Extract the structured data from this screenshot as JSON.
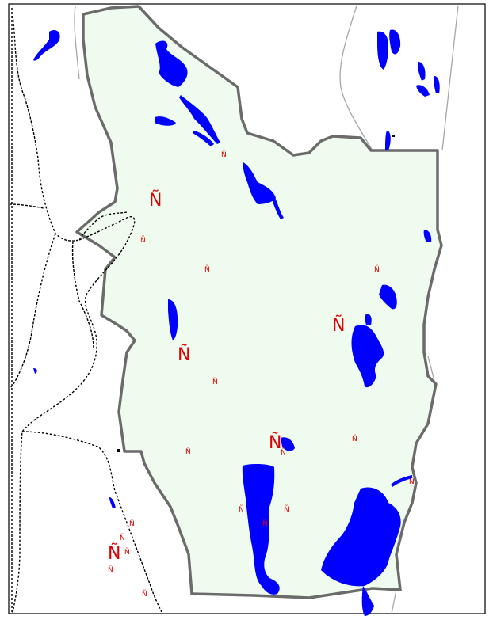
{
  "map": {
    "colors": {
      "background": "#ffffff",
      "frame": "#000000",
      "boundary_fill": "#f0fbef",
      "boundary_stroke": "#6b6b6b",
      "water": "#0000ff",
      "road": "#a6a6a6",
      "trail": "#000000",
      "symbol": "#dd0000"
    },
    "symbols": [
      {
        "glyph": "Ñ",
        "size": "large"
      },
      {
        "glyph": "Ñ",
        "size": "large"
      },
      {
        "glyph": "Ñ",
        "size": "large"
      },
      {
        "glyph": "Ñ",
        "size": "large"
      },
      {
        "glyph": "Ñ",
        "size": "large"
      },
      {
        "glyph": "Ñ",
        "size": "small"
      },
      {
        "glyph": "Ñ",
        "size": "small"
      },
      {
        "glyph": "Ñ",
        "size": "small"
      },
      {
        "glyph": "Ñ",
        "size": "small"
      },
      {
        "glyph": "Ñ",
        "size": "small"
      },
      {
        "glyph": "Ñ",
        "size": "small"
      },
      {
        "glyph": "Ñ",
        "size": "small"
      },
      {
        "glyph": "Ñ",
        "size": "small"
      },
      {
        "glyph": "Ñ",
        "size": "small"
      },
      {
        "glyph": "Ñ",
        "size": "small"
      },
      {
        "glyph": "Ñ",
        "size": "small"
      },
      {
        "glyph": "Ñ",
        "size": "small"
      },
      {
        "glyph": "Ñ",
        "size": "small"
      },
      {
        "glyph": "Ñ",
        "size": "small"
      },
      {
        "glyph": "Ñ",
        "size": "small"
      },
      {
        "glyph": "Ñ",
        "size": "small"
      },
      {
        "glyph": "Ñ",
        "size": "small"
      }
    ]
  }
}
